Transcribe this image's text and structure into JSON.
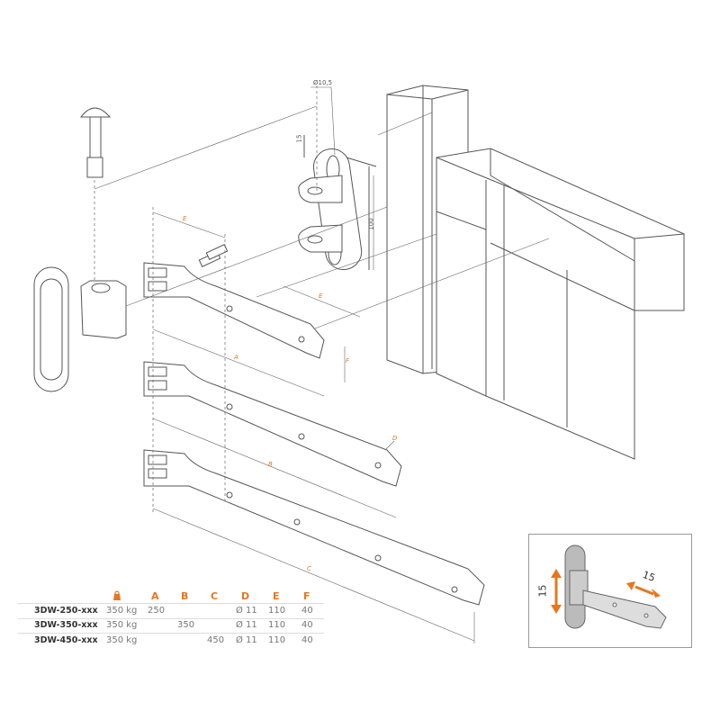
{
  "drawing": {
    "dimensions": {
      "hole_diameter": "Ø10,5",
      "slot_length": "15",
      "bracket_spacing": "100",
      "E_top": "E",
      "E_post": "E",
      "A": "A",
      "F": "F",
      "B": "B",
      "D": "D",
      "C": "C"
    }
  },
  "table": {
    "weight_icon": "weight-icon",
    "headers": [
      "A",
      "B",
      "C",
      "D",
      "E",
      "F"
    ],
    "rows": [
      {
        "model": "3DW-250-xxx",
        "weight": "350 kg",
        "A": "250",
        "B": "",
        "C": "",
        "D": "Ø 11",
        "E": "110",
        "F": "40"
      },
      {
        "model": "3DW-350-xxx",
        "weight": "350 kg",
        "A": "",
        "B": "350",
        "C": "",
        "D": "Ø 11",
        "E": "110",
        "F": "40"
      },
      {
        "model": "3DW-450-xxx",
        "weight": "350 kg",
        "A": "",
        "B": "",
        "C": "450",
        "D": "Ø 11",
        "E": "110",
        "F": "40"
      }
    ]
  },
  "inset": {
    "vertical_adjust": "15",
    "horizontal_adjust": "15",
    "accent_color": "#e8761e"
  }
}
